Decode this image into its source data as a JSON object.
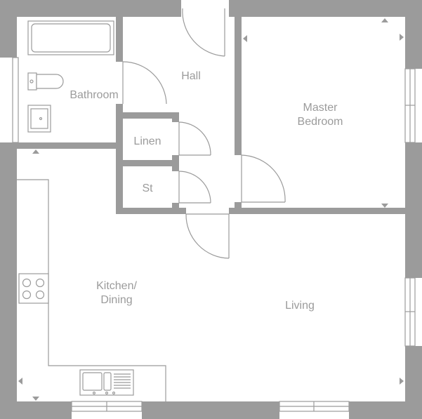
{
  "rooms": {
    "bathroom": "Bathroom",
    "hall": "Hall",
    "master_bedroom_line1": "Master",
    "master_bedroom_line2": "Bedroom",
    "linen": "Linen",
    "st": "St",
    "kitchen_line1": "Kitchen/",
    "kitchen_line2": "Dining",
    "living": "Living"
  },
  "colors": {
    "wall": "#9b9b9b",
    "background": "#ffffff"
  }
}
